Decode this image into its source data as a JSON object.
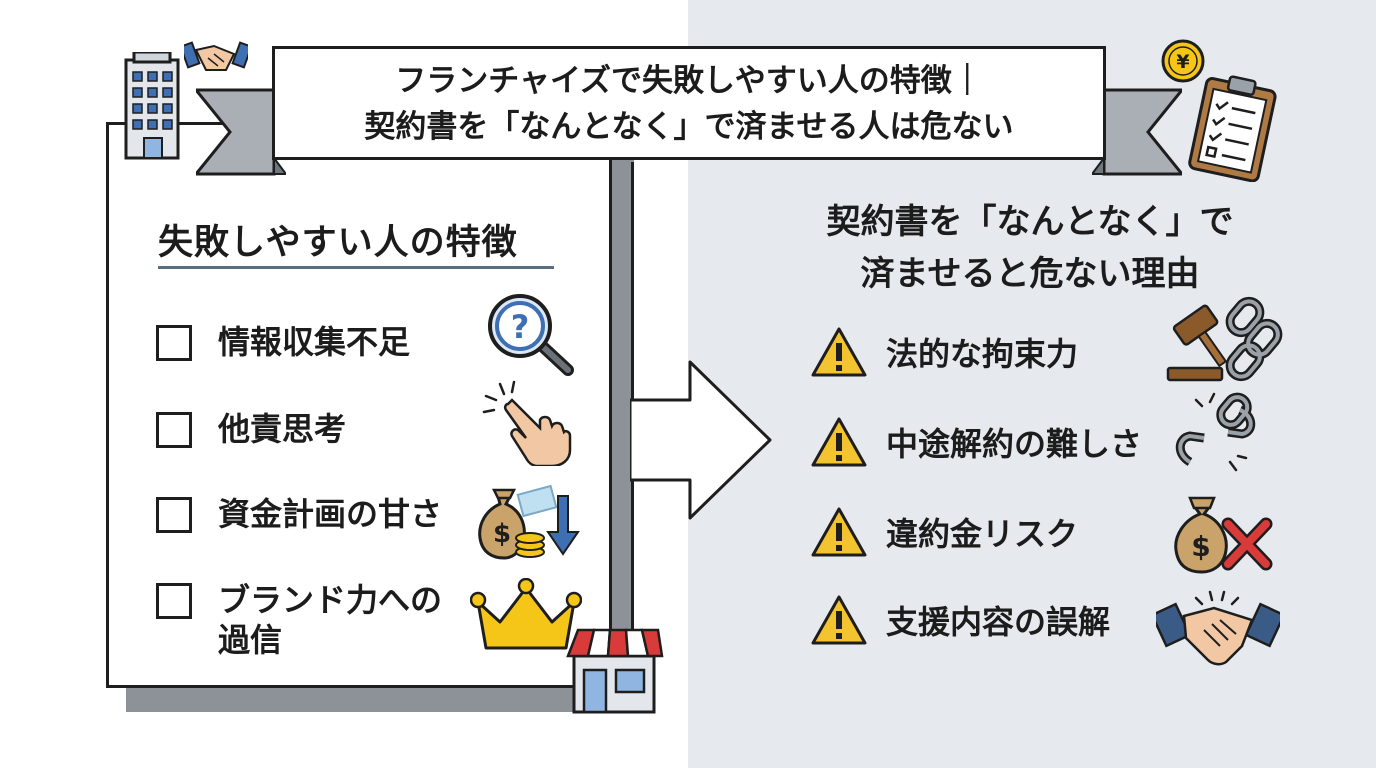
{
  "title": {
    "line1": "フランチャイズで失敗しやすい人の特徴｜",
    "line2": "契約書を「なんとなく」で済ませる人は危ない"
  },
  "left_panel": {
    "heading": "失敗しやすい人の特徴",
    "items": [
      {
        "label": "情報収集不足",
        "icon": "magnifier-question-icon"
      },
      {
        "label": "他責思考",
        "icon": "pointing-hand-icon"
      },
      {
        "label": "資金計画の甘さ",
        "icon": "money-bag-down-arrow-icon"
      },
      {
        "label": "ブランド力への過信",
        "icon": "crown-icon"
      }
    ]
  },
  "right_panel": {
    "heading_line1": "契約書を「なんとなく」で",
    "heading_line2": "済ませると危ない理由",
    "items": [
      {
        "label": "法的な拘束力",
        "icon": "gavel-chain-icon"
      },
      {
        "label": "中途解約の難しさ",
        "icon": "broken-chain-icon"
      },
      {
        "label": "違約金リスク",
        "icon": "money-bag-cross-icon"
      },
      {
        "label": "支援内容の誤解",
        "icon": "handshake-icon"
      }
    ]
  },
  "colors": {
    "warning_yellow": "#f4c430",
    "crown_yellow": "#f5c518",
    "accent_blue": "#3f6fb3",
    "cross_red": "#d93a3a",
    "right_background": "#e6e9ed"
  }
}
